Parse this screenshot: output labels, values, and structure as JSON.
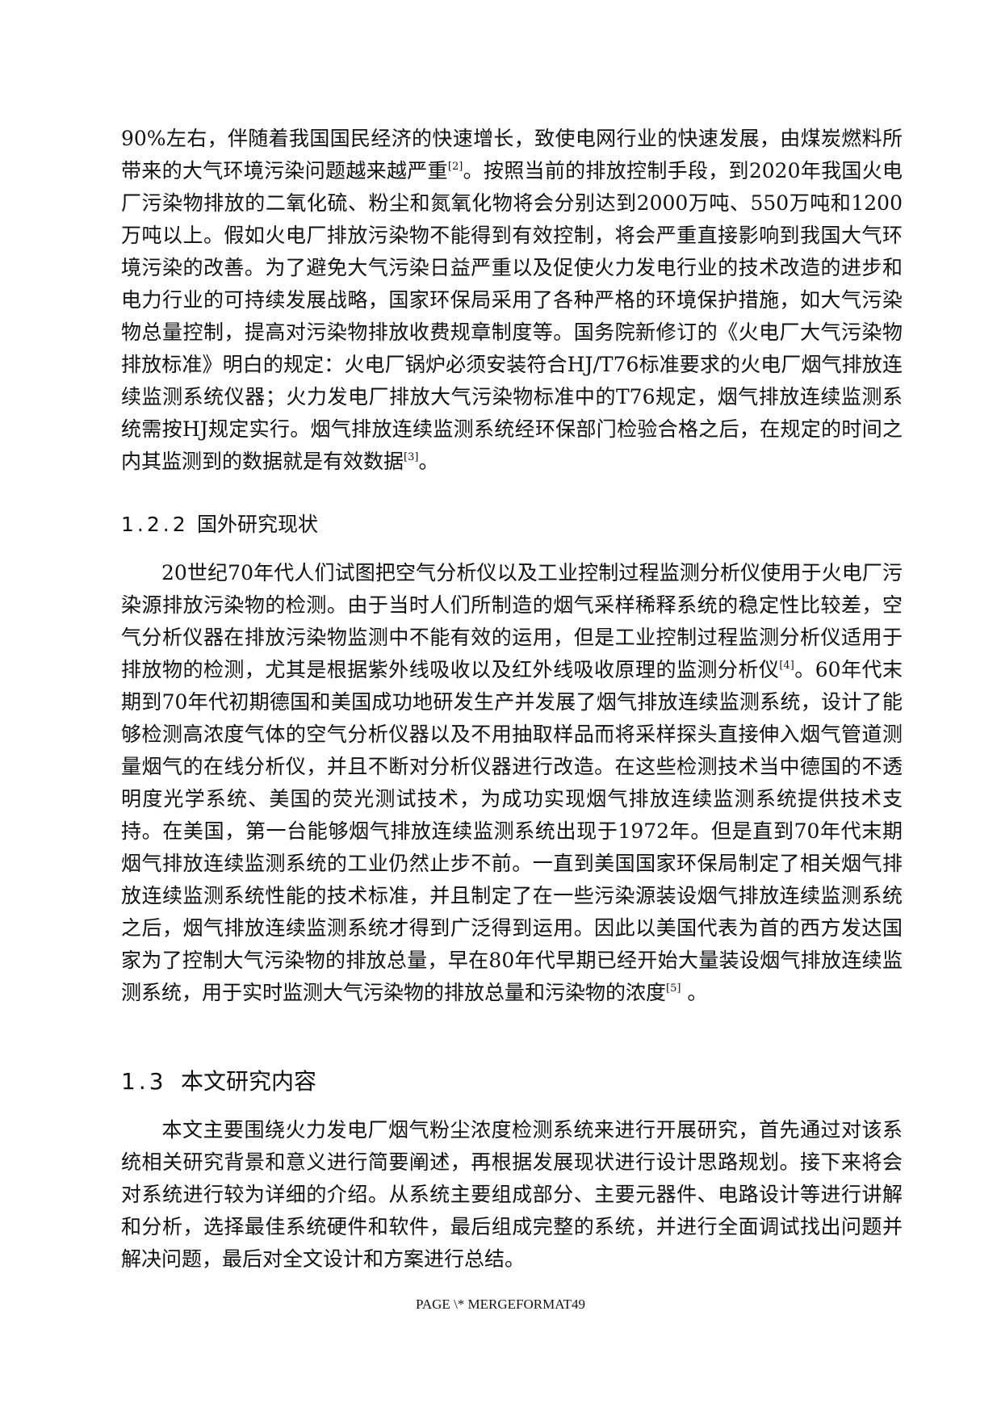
{
  "p1": {
    "a": "90%左右，伴随着我国国民经济的快速增长，致使电网行业的快速发展，由煤炭燃料所带来的大气环境污染问题越来越严重",
    "ref1": "[2]",
    "b": "。按照当前的排放控制手段，到2020年我国火电厂污染物排放的二氧化硫、粉尘和氮氧化物将会分别达到2000万吨、550万吨和1200万吨以上。假如火电厂排放污染物不能得到有效控制，将会严重直接影响到我国大气环境污染的改善。为了避免大气污染日益严重以及促使火力发电行业的技术改造的进步和电力行业的可持续发展战略，国家环保局采用了各种严格的环境保护措施，如大气污染物总量控制，提高对污染物排放收费规章制度等。国务院新修订的《火电厂大气污染物排放标准》明白的规定：火电厂锅炉必须安装符合HJ/T76标准要求的火电厂烟气排放连续监测系统仪器；火力发电厂排放大气污染物标准中的T76规定，烟气排放连续监测系统需按HJ规定实行。烟气排放连续监测系统经环保部门检验合格之后，在规定的时间之内其监测到的数据就是有效数据",
    "ref2": "[3]",
    "c": "。"
  },
  "section_122": {
    "number": "1.2.2",
    "title": "国外研究现状"
  },
  "p2": {
    "a": "20世纪70年代人们试图把空气分析仪以及工业控制过程监测分析仪使用于火电厂污染源排放污染物的检测。由于当时人们所制造的烟气采样稀释系统的稳定性比较差，空气分析仪器在排放污染物监测中不能有效的运用，但是工业控制过程监测分析仪适用于排放物的检测，尤其是根据紫外线吸收以及红外线吸收原理的监测分析仪",
    "ref1": "[4]",
    "b": "。60年代末期到70年代初期德国和美国成功地研发生产并发展了烟气排放连续监测系统，设计了能够检测高浓度气体的空气分析仪器以及不用抽取样品而将采样探头直接伸入烟气管道测量烟气的在线分析仪，并且不断对分析仪器进行改造。在这些检测技术当中德国的不透明度光学系统、美国的荧光测试技术，为成功实现烟气排放连续监测系统提供技术支持。在美国，第一台能够烟气排放连续监测系统出现于1972年。但是直到70年代末期烟气排放连续监测系统的工业仍然止步不前。一直到美国国家环保局制定了相关烟气排放连续监测系统性能的技术标准，并且制定了在一些污染源装设烟气排放连续监测系统之后，烟气排放连续监测系统才得到广泛得到运用。因此以美国代表为首的西方发达国家为了控制大气污染物的排放总量，早在80年代早期已经开始大量装设烟气排放连续监测系统，用于实时监测大气污染物的排放总量和污染物的浓度",
    "ref2": "[5]",
    "c": " 。"
  },
  "section_13": {
    "number": "1.3",
    "title": "本文研究内容"
  },
  "p3": {
    "text": "本文主要围绕火力发电厂烟气粉尘浓度检测系统来进行开展研究，首先通过对该系统相关研究背景和意义进行简要阐述，再根据发展现状进行设计思路规划。接下来将会对系统进行较为详细的介绍。从系统主要组成部分、主要元器件、电路设计等进行讲解和分析，选择最佳系统硬件和软件，最后组成完整的系统，并进行全面调试找出问题并解决问题，最后对全文设计和方案进行总结。"
  },
  "footer": {
    "text": "PAGE   \\* MERGEFORMAT49"
  }
}
